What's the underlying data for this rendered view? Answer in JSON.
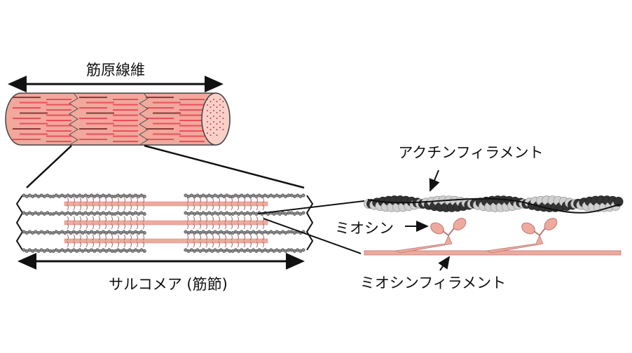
{
  "labels": {
    "myofibril": "筋原線維",
    "sarcomere": "サルコメア (筋節)",
    "actin_filament": "アクチンフィラメント",
    "myosin": "ミオシン",
    "myosin_filament": "ミオシンフィラメント"
  },
  "colors": {
    "fiber_fill": "#f2a89c",
    "fiber_stripe": "#e8505a",
    "outline": "#333333",
    "myosin": "#eeaa9c",
    "actin_dark": "#333333",
    "actin_light": "#d0d0d0"
  }
}
